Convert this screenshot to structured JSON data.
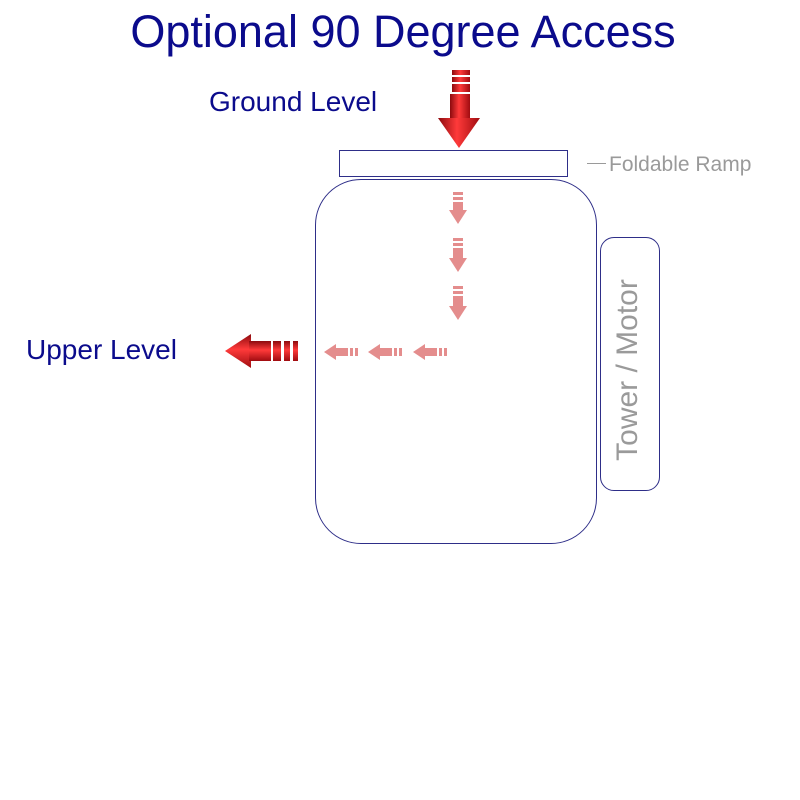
{
  "diagram": {
    "title": "Optional 90 Degree Access",
    "ground_level_label": "Ground Level",
    "upper_level_label": "Upper Level",
    "ramp_label": "Foldable Ramp",
    "tower_label": "Tower / Motor"
  },
  "colors": {
    "title_text": "#0b0b8c",
    "label_text": "#0b0b8c",
    "annotation_text": "#9a9a9a",
    "outline": "#2e2e88",
    "arrow_red": "#d4141a",
    "arrow_faded": "#e89a9a"
  },
  "icons": {
    "entry_arrow": "arrow-down-icon",
    "exit_arrow": "arrow-left-icon",
    "path_arrows": "small-arrow-icon"
  }
}
